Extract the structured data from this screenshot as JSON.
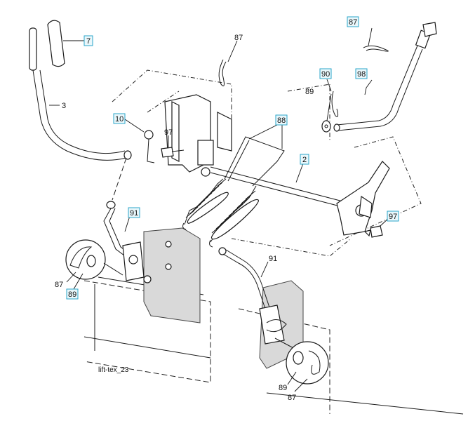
{
  "diagram": {
    "caption": "lift-tex_23",
    "callouts": {
      "c7": "7",
      "c3": "3",
      "c87_top": "87",
      "c87_right": "87",
      "c10": "10",
      "c97_left": "97",
      "c88": "88",
      "c90": "90",
      "c98": "98",
      "c89_right": "89",
      "c2": "2",
      "c91_left": "91",
      "c97_right": "97",
      "c87_left": "87",
      "c89_left": "89",
      "c91_right": "91",
      "c89_bottom": "89",
      "c87_bottom": "87"
    },
    "colors": {
      "callout_box": "#2aa6c9",
      "line": "#1a1a1a",
      "bracket_shade": "#d9d9d9"
    }
  }
}
